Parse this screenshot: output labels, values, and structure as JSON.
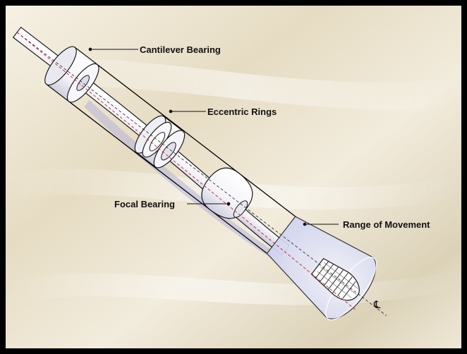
{
  "diagram": {
    "labels": {
      "cantilever_bearing": "Cantilever Bearing",
      "eccentric_rings": "Eccentric Rings",
      "focal_bearing": "Focal Bearing",
      "range_of_movement": "Range of Movement"
    },
    "centerline_symbol": "℄",
    "colors": {
      "border": "#000000",
      "background_light": "#f3ede0",
      "background_mid": "#e0d7bf",
      "shaft_shadow": "#b9b8d8",
      "cone_fill": "#d9dcf1",
      "centerline_red": "#c8202a"
    }
  }
}
